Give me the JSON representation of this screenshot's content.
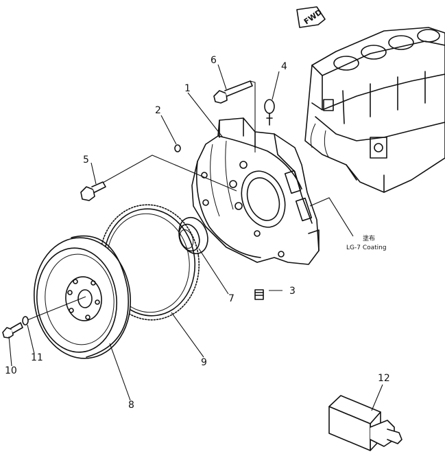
{
  "fwd_label": "FWD",
  "coating_label_jp": "塗布",
  "coating_label": "LG-7 Coating",
  "callouts": [
    {
      "id": "1",
      "part": "flywheel-housing"
    },
    {
      "id": "2",
      "part": "o-ring"
    },
    {
      "id": "3",
      "part": "plug"
    },
    {
      "id": "4",
      "part": "lifting-eye"
    },
    {
      "id": "5",
      "part": "housing-bolt"
    },
    {
      "id": "6",
      "part": "long-bolt"
    },
    {
      "id": "7",
      "part": "oil-seal"
    },
    {
      "id": "8",
      "part": "flywheel"
    },
    {
      "id": "9",
      "part": "ring-gear"
    },
    {
      "id": "10",
      "part": "flywheel-bolt"
    },
    {
      "id": "11",
      "part": "washer"
    },
    {
      "id": "12",
      "part": "tool"
    }
  ]
}
